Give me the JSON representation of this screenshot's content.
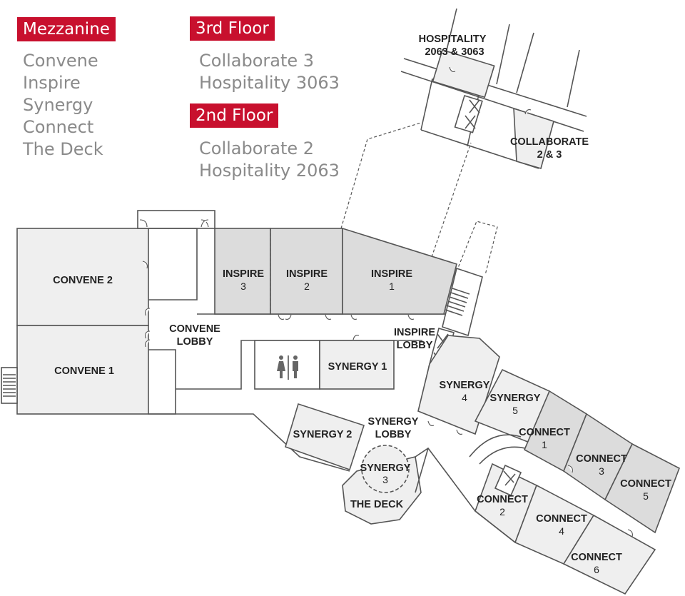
{
  "legend": {
    "mezzanine": {
      "heading": "Mezzanine",
      "items": [
        "Convene",
        "Inspire",
        "Synergy",
        "Connect",
        "The Deck"
      ]
    },
    "third_floor": {
      "heading": "3rd Floor",
      "items": [
        "Collaborate 3",
        "Hospitality 3063"
      ]
    },
    "second_floor": {
      "heading": "2nd Floor",
      "items": [
        "Collaborate 2",
        "Hospitality 2063"
      ]
    },
    "heading_color": "#c8102e",
    "item_color": "#8a8a8a"
  },
  "rooms": {
    "convene_2": "CONVENE 2",
    "convene_1": "CONVENE 1",
    "convene_lobby": [
      "CONVENE",
      "LOBBY"
    ],
    "inspire_3": [
      "INSPIRE",
      "3"
    ],
    "inspire_2": [
      "INSPIRE",
      "2"
    ],
    "inspire_1": [
      "INSPIRE",
      "1"
    ],
    "inspire_lobby": [
      "INSPIRE",
      "LOBBY"
    ],
    "synergy_1": "SYNERGY 1",
    "synergy_2": "SYNERGY 2",
    "synergy_3": [
      "SYNERGY",
      "3"
    ],
    "synergy_4": [
      "SYNERGY",
      "4"
    ],
    "synergy_5": [
      "SYNERGY",
      "5"
    ],
    "synergy_lobby": [
      "SYNERGY",
      "LOBBY"
    ],
    "the_deck": "THE DECK",
    "connect_1": [
      "CONNECT",
      "1"
    ],
    "connect_2": [
      "CONNECT",
      "2"
    ],
    "connect_3": [
      "CONNECT",
      "3"
    ],
    "connect_4": [
      "CONNECT",
      "4"
    ],
    "connect_5": [
      "CONNECT",
      "5"
    ],
    "connect_6": [
      "CONNECT",
      "6"
    ],
    "hospitality": [
      "HOSPITALITY",
      "2063 & 3063"
    ],
    "collaborate": [
      "COLLABORATE",
      "2 & 3"
    ]
  },
  "icons": {
    "restroom": "restroom-icon",
    "elevator": "elevator-icon",
    "stairs": "stairs-icon",
    "door": "door-icon"
  }
}
